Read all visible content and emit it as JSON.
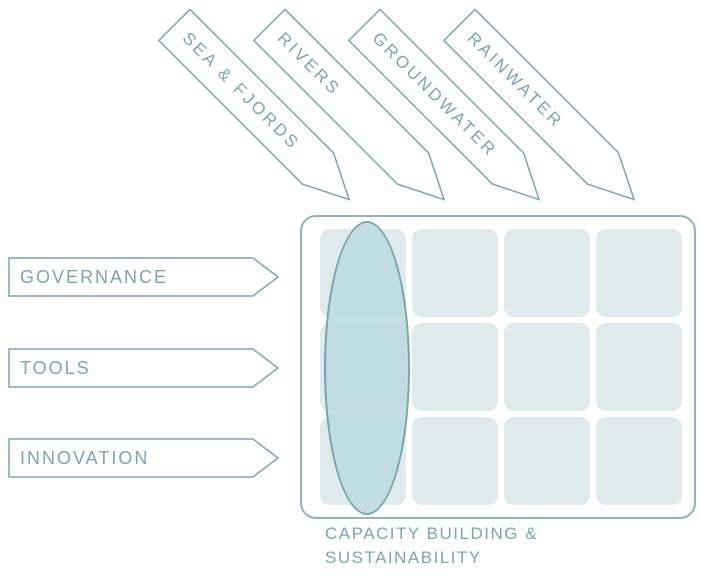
{
  "colors": {
    "accent": "#7ba6b0",
    "grid_border": "#8fb4bc",
    "cell_fill": "#dfeaec",
    "ellipse_fill": "#bfdbe1",
    "ellipse_border": "#6f9da9"
  },
  "matrix": {
    "columns": [
      {
        "label": "SEA & FJORDS"
      },
      {
        "label": "RIVERS"
      },
      {
        "label": "GROUNDWATER"
      },
      {
        "label": "RAINWATER"
      }
    ],
    "rows": [
      {
        "label": "GOVERNANCE"
      },
      {
        "label": "TOOLS"
      },
      {
        "label": "INNOVATION"
      }
    ],
    "caption": "CAPACITY BUILDING & SUSTAINABILITY",
    "highlighted_column": "SEA & FJORDS"
  }
}
